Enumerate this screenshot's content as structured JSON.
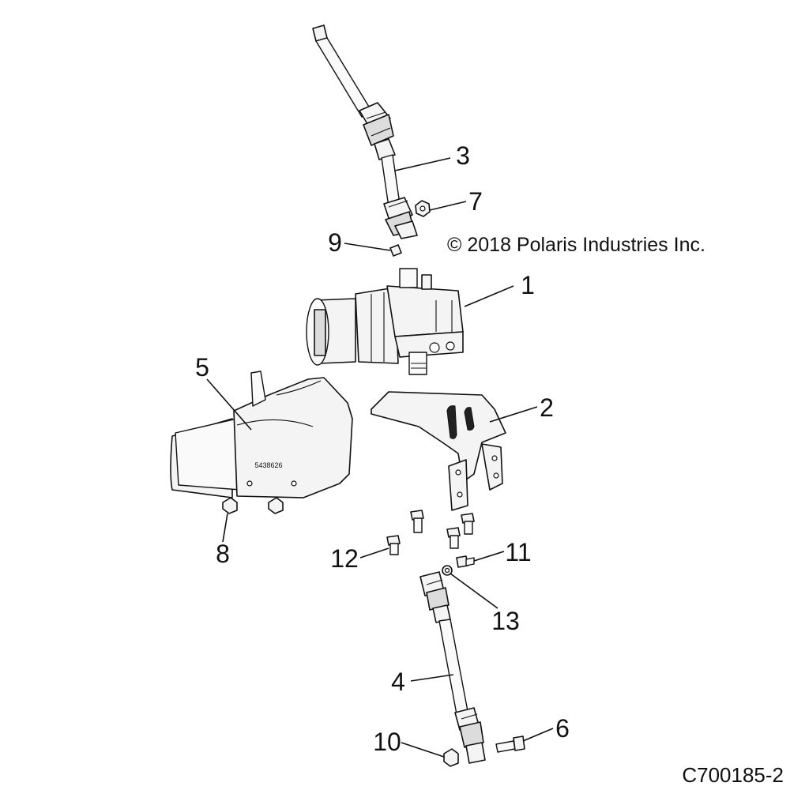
{
  "copyright": "© 2018 Polaris Industries Inc.",
  "figure_id": "C700185-2",
  "shield_label": "5438626",
  "callouts": {
    "c1": "1",
    "c2": "2",
    "c3": "3",
    "c4": "4",
    "c5": "5",
    "c6": "6",
    "c7": "7",
    "c8": "8",
    "c9": "9",
    "c10": "10",
    "c11": "11",
    "c12": "12",
    "c13": "13"
  }
}
